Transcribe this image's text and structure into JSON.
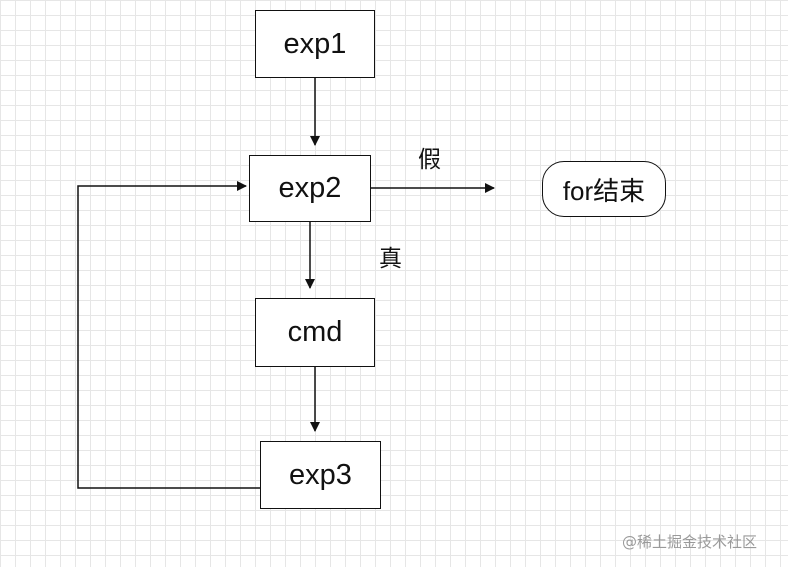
{
  "nodes": {
    "exp1": "exp1",
    "exp2": "exp2",
    "cmd": "cmd",
    "exp3": "exp3",
    "end": "for结束"
  },
  "edge_labels": {
    "false": "假",
    "true": "真"
  },
  "watermark": "@稀土掘金技术社区"
}
